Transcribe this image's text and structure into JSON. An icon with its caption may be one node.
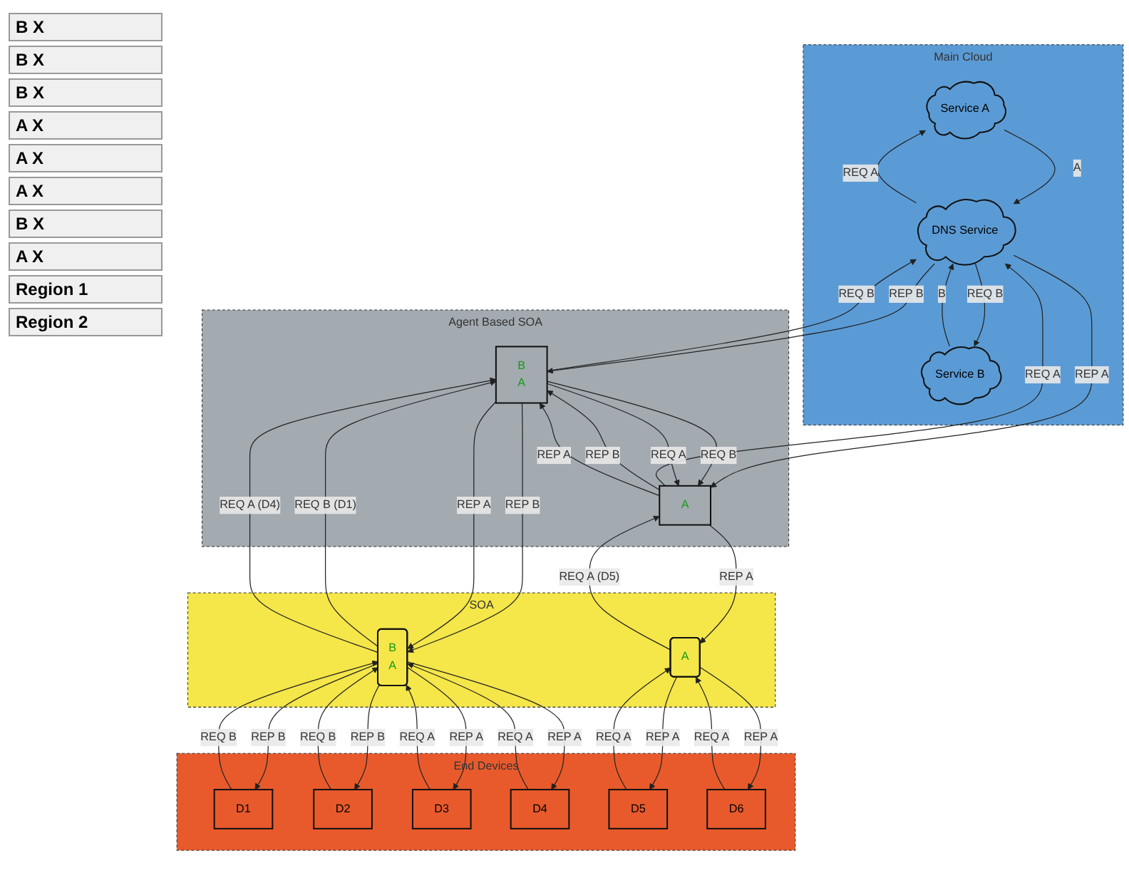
{
  "diagram": {
    "nodes": [
      {
        "text": [
          "Main Cloud"
        ]
      },
      {
        "text": [
          "Service A"
        ],
        "in": 0
      },
      {
        "text": [
          "Service B"
        ],
        "in": 0
      },
      {
        "text": [
          "DNS Service"
        ],
        "in": 0
      },
      {
        "text": [
          "Agent Based SOA"
        ]
      },
      {
        "text": [
          "B",
          "A"
        ],
        "in": 4
      },
      {
        "text": [
          "A"
        ],
        "in": 4
      },
      {
        "text": [
          "SOA"
        ]
      },
      {
        "text": [
          "B",
          "A"
        ],
        "in": 7
      },
      {
        "text": [
          "A"
        ],
        "in": 7
      },
      {
        "text": [
          "End Devices"
        ]
      },
      {
        "text": [
          "D1"
        ],
        "in": 10
      },
      {
        "text": [
          "D2"
        ],
        "in": 10
      },
      {
        "text": [
          "D3"
        ],
        "in": 10
      },
      {
        "text": [
          "D4"
        ],
        "in": 10
      },
      {
        "text": [
          "D5"
        ],
        "in": 10
      },
      {
        "text": [
          "D6"
        ],
        "in": 10
      }
    ],
    "edges": [
      {
        "from": 1,
        "to": 3,
        "arrow": "to",
        "label": "A"
      },
      {
        "from": 3,
        "to": 1,
        "arrow": "to",
        "label": "REQ A"
      },
      {
        "from": 3,
        "to": 2,
        "arrow": "to",
        "label": "REQ B"
      },
      {
        "from": 2,
        "to": 3,
        "arrow": "to",
        "label": "B"
      },
      {
        "from": 3,
        "to": 5,
        "arrow": "to",
        "label": "REP B"
      },
      {
        "from": 5,
        "to": 3,
        "arrow": "to",
        "label": "REQ B"
      },
      {
        "from": 3,
        "to": 6,
        "arrow": "to",
        "label": "REP A"
      },
      {
        "from": 6,
        "to": 3,
        "arrow": "to",
        "label": "REQ A"
      },
      {
        "from": 6,
        "to": 5,
        "arrow": "to",
        "label": "REP B"
      },
      {
        "from": 5,
        "to": 6,
        "arrow": "to",
        "label": "REQ B"
      },
      {
        "from": 5,
        "to": 6,
        "arrow": "to",
        "label": "REQ A"
      },
      {
        "from": 6,
        "to": 5,
        "arrow": "to",
        "label": "REP A"
      },
      {
        "from": 5,
        "to": 8,
        "arrow": "to",
        "label": "REP B"
      },
      {
        "from": 8,
        "to": 5,
        "arrow": "to",
        "label": "REQ B (D1)"
      },
      {
        "from": 5,
        "to": 8,
        "arrow": "to",
        "label": "REP A"
      },
      {
        "from": 8,
        "to": 5,
        "arrow": "to",
        "label": "REQ A (D4)"
      },
      {
        "from": 9,
        "to": 6,
        "arrow": "to",
        "label": "REQ A (D5)"
      },
      {
        "from": 6,
        "to": 9,
        "arrow": "to",
        "label": "REP A"
      },
      {
        "from": 8,
        "to": 11,
        "arrow": "to",
        "label": "REP B"
      },
      {
        "from": 11,
        "to": 8,
        "arrow": "to",
        "label": "REQ B"
      },
      {
        "from": 8,
        "to": 12,
        "arrow": "to",
        "label": "REP B"
      },
      {
        "from": 12,
        "to": 8,
        "arrow": "to",
        "label": "REQ B"
      },
      {
        "from": 8,
        "to": 13,
        "arrow": "to",
        "label": "REP A"
      },
      {
        "from": 13,
        "to": 8,
        "arrow": "to",
        "label": "REQ A"
      },
      {
        "from": 8,
        "to": 14,
        "arrow": "to",
        "label": "REP A"
      },
      {
        "from": 14,
        "to": 8,
        "arrow": "to",
        "label": "REQ A"
      },
      {
        "from": 15,
        "to": 9,
        "arrow": "to",
        "label": "REQ A"
      },
      {
        "from": 9,
        "to": 15,
        "arrow": "to",
        "label": "REP A"
      },
      {
        "from": 9,
        "to": 16,
        "arrow": "to",
        "label": "REP A"
      },
      {
        "from": 16,
        "to": 9,
        "arrow": "to",
        "label": "REQ A"
      }
    ],
    "labels": [
      "B X",
      "B X",
      "B X",
      "A X",
      "A X",
      "A X",
      "B X",
      "A X",
      "Region 1",
      "Region 2"
    ]
  }
}
